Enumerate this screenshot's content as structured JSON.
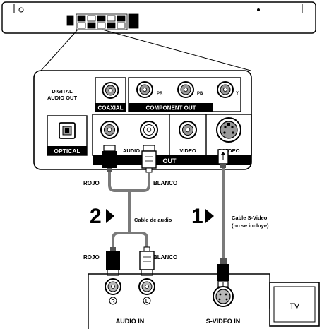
{
  "player_panel": {
    "digital_audio_out": [
      "DIGITAL",
      "AUDIO OUT"
    ],
    "coaxial": "COAXIAL",
    "component_out": "COMPONENT OUT",
    "component_jacks": [
      "PR",
      "PB",
      "Y"
    ],
    "optical": "OPTICAL",
    "audio": "AUDIO",
    "video": "VIDEO",
    "svideo": "S-VIDEO",
    "out": "OUT"
  },
  "cable_labels": {
    "rojo_top": "ROJO",
    "blanco_top": "BLANCO",
    "rojo_bottom": "ROJO",
    "blanco_bottom": "BLANCO"
  },
  "steps": [
    {
      "number": "2",
      "caption": [
        "Cable de audio"
      ]
    },
    {
      "number": "1",
      "caption": [
        "Cable S-Video",
        "(no se incluye)"
      ]
    }
  ],
  "tv_panel": {
    "jack_r": "R",
    "jack_l": "L",
    "audio_in": "AUDIO IN",
    "svideo_in": "S-VIDEO IN"
  },
  "tv": {
    "label": "TV"
  },
  "colors": {
    "panel_black": "#000000",
    "cable_gray": "#7a7a7a",
    "jack_gray": "#b8b8b8",
    "background": "#ffffff"
  }
}
